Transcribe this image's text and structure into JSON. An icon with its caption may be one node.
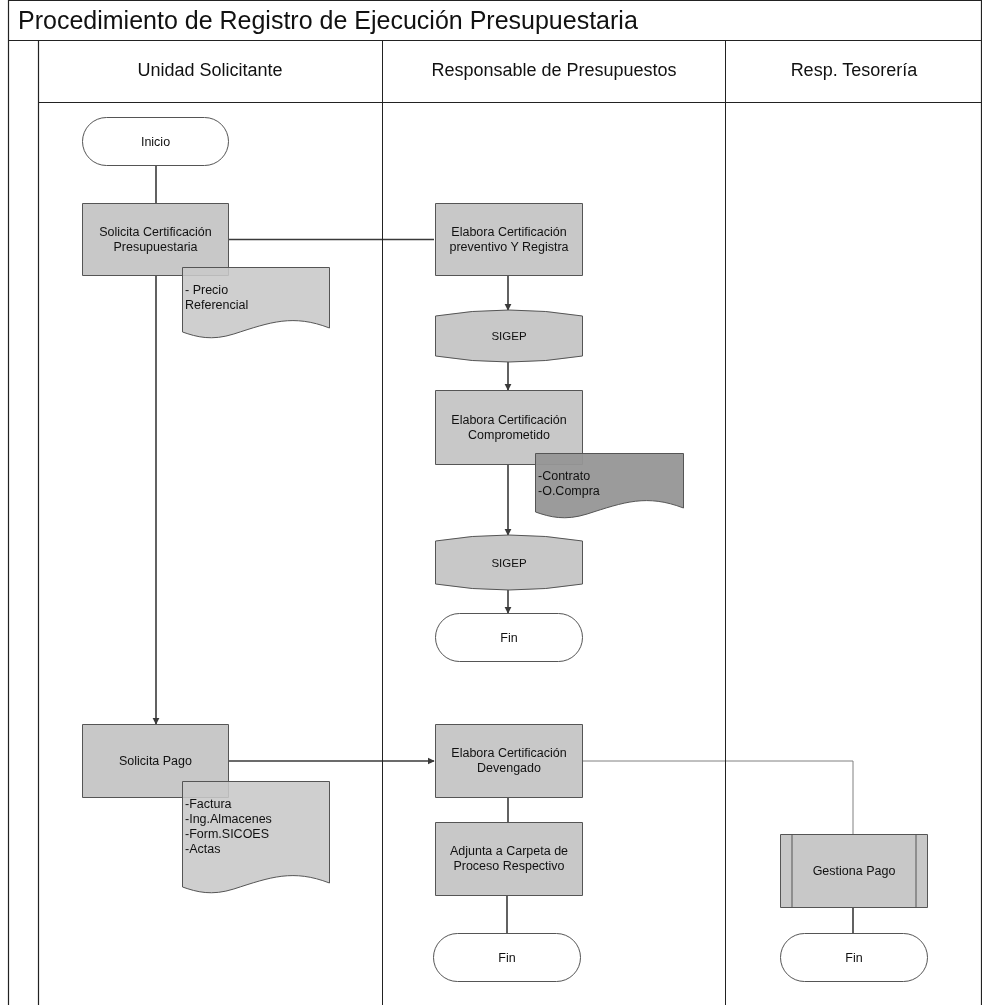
{
  "diagram": {
    "title": "Procedimiento de Registro de Ejecución Presupuestaria",
    "nodes": [
      {
        "text": [
          "Unidad Solicitante"
        ]
      },
      {
        "text": [
          "Responsable de Presupuestos"
        ]
      },
      {
        "text": [
          "Resp. Tesorería"
        ]
      },
      {
        "text": [
          "Inicio"
        ],
        "in": 0
      },
      {
        "text": [
          "Solicita Certificación Presupuestaria"
        ],
        "in": 0
      },
      {
        "text": [
          "- Precio Referencial"
        ],
        "in": 0
      },
      {
        "text": [
          "Elabora Certificación preventivo Y Registra"
        ],
        "in": 1
      },
      {
        "text": [
          "SIGEP"
        ],
        "in": 1
      },
      {
        "text": [
          "Elabora Certificación Comprometido"
        ],
        "in": 1
      },
      {
        "text": [
          "-Contrato -O.Compra"
        ],
        "in": 1
      },
      {
        "text": [
          "SIGEP"
        ],
        "in": 1
      },
      {
        "text": [
          "Fin"
        ],
        "in": 1
      },
      {
        "text": [
          "Solicita Pago"
        ],
        "in": 0
      },
      {
        "text": [
          "-Factura -Ing.Almacenes -Form.SICOES -Actas"
        ],
        "in": 0
      },
      {
        "text": [
          "Elabora Certificación Devengado"
        ],
        "in": 1
      },
      {
        "text": [
          "Adjunta a Carpeta de Proceso Respectivo"
        ],
        "in": 1
      },
      {
        "text": [
          "Fin"
        ],
        "in": 1
      },
      {
        "text": [
          "Gestiona Pago"
        ],
        "in": 2
      },
      {
        "text": [
          "Fin"
        ],
        "in": 2
      }
    ],
    "edges": [
      {
        "from": 3,
        "to": 4,
        "arrow": "none"
      },
      {
        "from": 4,
        "to": 6,
        "arrow": "none"
      },
      {
        "from": 4,
        "to": 12,
        "arrow": "to"
      },
      {
        "from": 6,
        "to": 7,
        "arrow": "to"
      },
      {
        "from": 7,
        "to": 8,
        "arrow": "to"
      },
      {
        "from": 8,
        "to": 10,
        "arrow": "to"
      },
      {
        "from": 10,
        "to": 11,
        "arrow": "to"
      },
      {
        "from": 12,
        "to": 14,
        "arrow": "to"
      },
      {
        "from": 14,
        "to": 15,
        "arrow": "none"
      },
      {
        "from": 15,
        "to": 16,
        "arrow": "none"
      },
      {
        "from": 14,
        "to": 17,
        "arrow": "none",
        "color": "#808080"
      },
      {
        "from": 17,
        "to": 18,
        "arrow": "none"
      }
    ]
  }
}
